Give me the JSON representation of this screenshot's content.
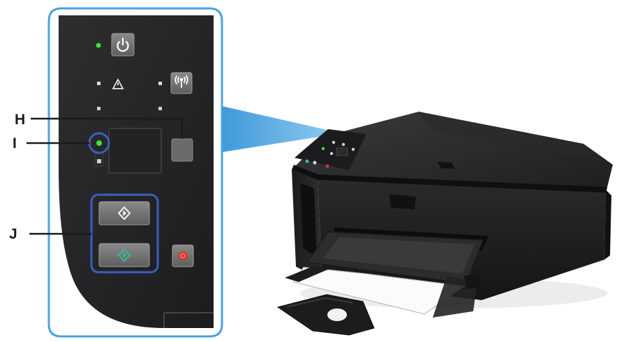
{
  "callouts": {
    "h": "H",
    "i": "I",
    "j": "J"
  },
  "panel": {
    "power_led": "on",
    "status_led": "on",
    "accent_color": "#4aa3df",
    "led_color": "#3fe23a",
    "stop_color": "#d23b2e"
  },
  "icons": {
    "power": "power-icon",
    "alarm": "warning-icon",
    "wifi": "wifi-icon",
    "black_start": "black-start-icon",
    "color_start": "color-start-icon",
    "stop": "stop-icon"
  }
}
